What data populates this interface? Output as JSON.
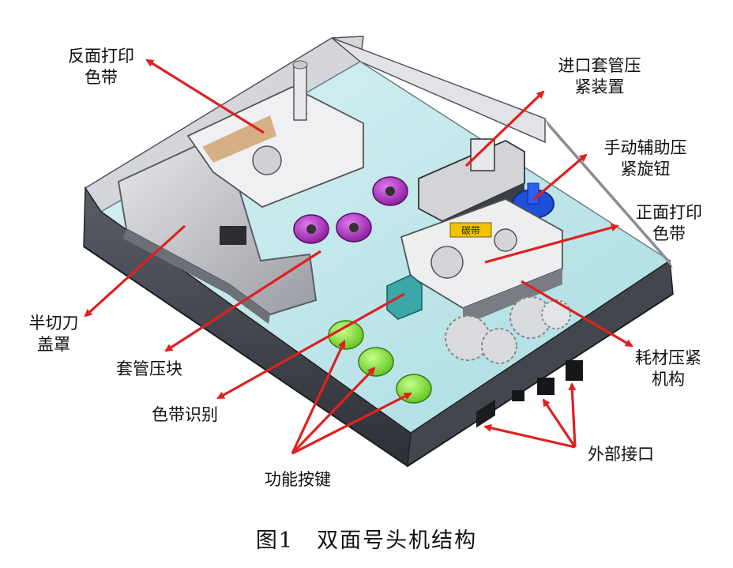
{
  "labels": {
    "back_ribbon": "反面打印\n色带",
    "inlet_clamp": "进口套管压\n紧装置",
    "manual_knob": "手动辅助压\n紧旋钮",
    "front_ribbon": "正面打印\n色带",
    "half_cutter_cover": "半切刀\n盖罩",
    "sleeve_press_block": "套管压块",
    "consumable_clamp": "耗材压紧\n机构",
    "ribbon_id": "色带识别",
    "external_ports": "外部接口",
    "function_keys": "功能按键"
  },
  "ribbon_tag": "碳带",
  "caption": "图1　双面号头机结构",
  "colors": {
    "arrow": "#e02020",
    "case_dark": "#3a3c44",
    "case_mid": "#6f727b",
    "case_light": "#c9ccd2",
    "base_plate": "#bfe7ec",
    "green_button": "#7fe23a",
    "purple_roller": "#b03ac0",
    "blue_knob": "#1f4fd8",
    "teal_sensor": "#3aa7a8",
    "yellow_tag": "#f2c200"
  }
}
